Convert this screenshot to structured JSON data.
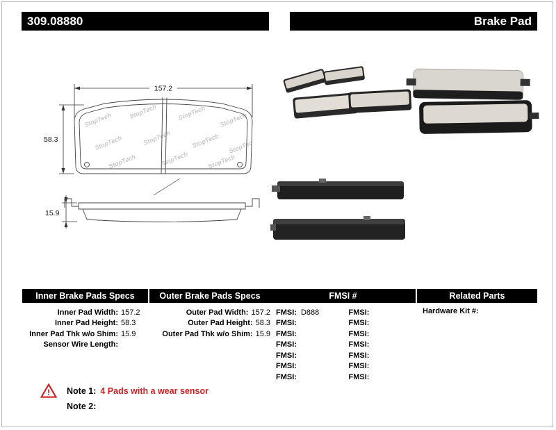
{
  "header": {
    "part_number": "309.08880",
    "product_type": "Brake Pad"
  },
  "diagram": {
    "width_label": "157.2",
    "height_label": "58.3",
    "thickness_label": "15.9",
    "watermark": "StopTech"
  },
  "specs_table": {
    "inner": {
      "title": "Inner Brake Pads Specs",
      "rows": [
        {
          "label": "Inner Pad Width:",
          "value": "157.2"
        },
        {
          "label": "Inner Pad Height:",
          "value": "58.3"
        },
        {
          "label": "Inner Pad Thk w/o Shim:",
          "value": "15.9"
        },
        {
          "label": "Sensor Wire Length:",
          "value": ""
        }
      ]
    },
    "outer": {
      "title": "Outer Brake Pads Specs",
      "rows": [
        {
          "label": "Outer Pad Width:",
          "value": "157.2"
        },
        {
          "label": "Outer Pad Height:",
          "value": "58.3"
        },
        {
          "label": "Outer Pad Thk w/o Shim:",
          "value": "15.9"
        }
      ]
    },
    "fmsi": {
      "title": "FMSI #",
      "rows": [
        {
          "left_label": "FMSI:",
          "left_value": "D888",
          "right_label": "FMSI:",
          "right_value": ""
        },
        {
          "left_label": "FMSI:",
          "left_value": "",
          "right_label": "FMSI:",
          "right_value": ""
        },
        {
          "left_label": "FMSI:",
          "left_value": "",
          "right_label": "FMSI:",
          "right_value": ""
        },
        {
          "left_label": "FMSI:",
          "left_value": "",
          "right_label": "FMSI:",
          "right_value": ""
        },
        {
          "left_label": "FMSI:",
          "left_value": "",
          "right_label": "FMSI:",
          "right_value": ""
        },
        {
          "left_label": "FMSI:",
          "left_value": "",
          "right_label": "FMSI:",
          "right_value": ""
        },
        {
          "left_label": "FMSI:",
          "left_value": "",
          "right_label": "FMSI:",
          "right_value": ""
        }
      ]
    },
    "related": {
      "title": "Related Parts",
      "rows": [
        {
          "label": "Hardware Kit #:",
          "value": ""
        }
      ]
    }
  },
  "notes": {
    "note1_label": "Note 1:",
    "note1_text": "4 Pads with a wear sensor",
    "note2_label": "Note 2:",
    "note2_text": ""
  },
  "colors": {
    "accent_red": "#cc2222",
    "header_bg": "#000000"
  }
}
